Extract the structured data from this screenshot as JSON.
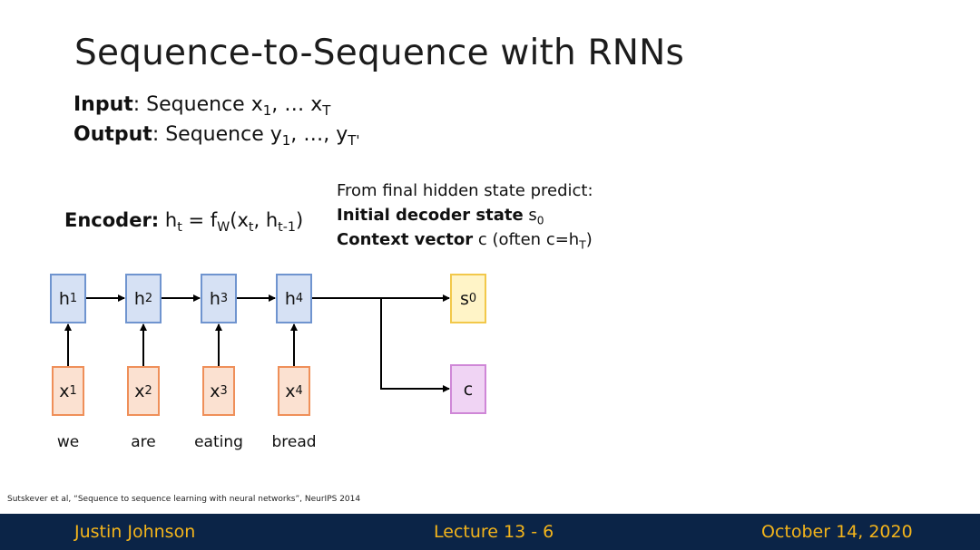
{
  "title": "Sequence-to-Sequence with RNNs",
  "io": {
    "input_label": "Input",
    "input_text": ": Sequence x",
    "input_sub1": "1",
    "input_mid": ", … x",
    "input_sub2": "T",
    "output_label": "Output",
    "output_text": ": Sequence y",
    "output_sub1": "1",
    "output_mid": ", …, y",
    "output_sub2": "T'"
  },
  "encoder": {
    "label": "Encoder:",
    "eq_a": " h",
    "eq_sub_t": "t",
    "eq_b": " = f",
    "eq_sub_w": "W",
    "eq_c": "(x",
    "eq_sub_t2": "t",
    "eq_d": ", h",
    "eq_sub_t1": "t-1",
    "eq_e": ")"
  },
  "predict": {
    "line1": "From final hidden state predict:",
    "line2_bold": "Initial decoder state",
    "line2_rest": " s",
    "line2_sub": "0",
    "line3_bold": "Context vector",
    "line3_rest": " c (often c=h",
    "line3_sub": "T",
    "line3_end": ")"
  },
  "hidden_states": [
    {
      "letter": "h",
      "sub": "1"
    },
    {
      "letter": "h",
      "sub": "2"
    },
    {
      "letter": "h",
      "sub": "3"
    },
    {
      "letter": "h",
      "sub": "4"
    }
  ],
  "inputs": [
    {
      "letter": "x",
      "sub": "1",
      "word": "we"
    },
    {
      "letter": "x",
      "sub": "2",
      "word": "are"
    },
    {
      "letter": "x",
      "sub": "3",
      "word": "eating"
    },
    {
      "letter": "x",
      "sub": "4",
      "word": "bread"
    }
  ],
  "decoder_state": {
    "letter": "s",
    "sub": "0"
  },
  "context": {
    "letter": "c"
  },
  "citation": "Sutskever et al, “Sequence to sequence learning with neural networks”, NeurIPS 2014",
  "footer": {
    "author": "Justin Johnson",
    "lecture": "Lecture 13 - 6",
    "date": "October 14, 2020"
  },
  "colors": {
    "hidden_fill": "#d6e1f4",
    "input_fill": "#fbe1d1",
    "s0_fill": "#fff4c7",
    "context_fill": "#f0d4f4",
    "footer_bg": "#0b2447",
    "footer_text": "#f3b41b"
  }
}
